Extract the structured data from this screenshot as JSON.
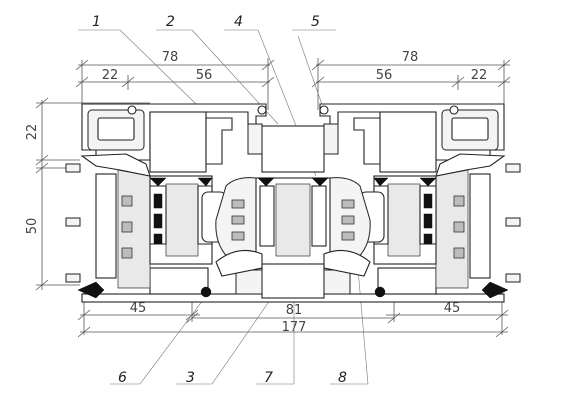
{
  "dimensions": {
    "top_left_total": "78",
    "top_left_a": "22",
    "top_left_b": "56",
    "top_right_total": "78",
    "top_right_a": "56",
    "top_right_b": "22",
    "left_upper": "22",
    "left_lower": "50",
    "bottom_left": "45",
    "bottom_center": "81",
    "bottom_right": "45",
    "bottom_total": "177"
  },
  "callouts": {
    "top": [
      "1",
      "2",
      "4",
      "5"
    ],
    "bottom": [
      "6",
      "3",
      "7",
      "8"
    ]
  }
}
